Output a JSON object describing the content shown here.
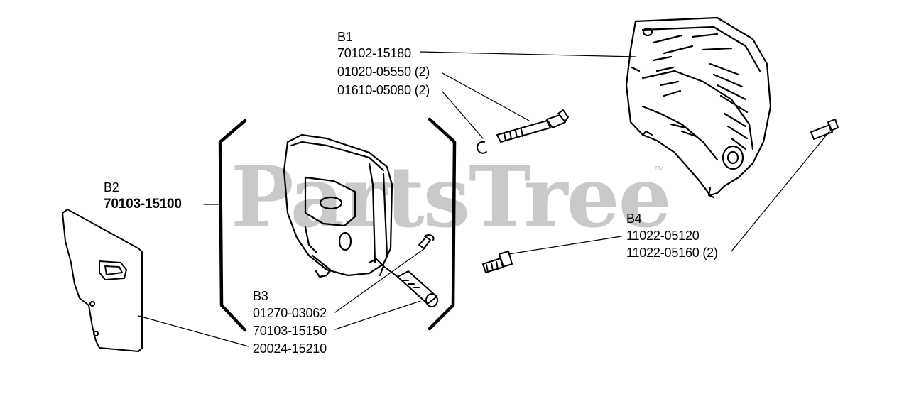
{
  "watermark": {
    "text": "PartsTree",
    "trademark": "™"
  },
  "callouts": {
    "b1": {
      "ref": "B1",
      "parts": [
        "70102-15180",
        "01020-05550 (2)",
        "01610-05080 (2)"
      ]
    },
    "b2": {
      "ref": "B2",
      "parts": [
        "70103-15100"
      ]
    },
    "b3": {
      "ref": "B3",
      "parts": [
        "01270-03062",
        "70103-15150",
        "20024-15210"
      ]
    },
    "b4": {
      "ref": "B4",
      "parts": [
        "11022-05120",
        "11022-05160 (2)"
      ]
    }
  },
  "colors": {
    "ink": "#000000",
    "watermark": "#c9c9c9",
    "background": "#ffffff"
  }
}
